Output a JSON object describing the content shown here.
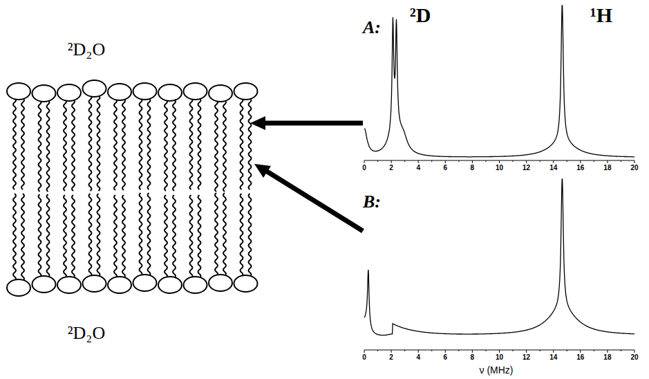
{
  "diagram": {
    "labels": [
      "²D₂O",
      "²D₂O",
      "A:",
      "²D",
      "¹H",
      "B:",
      "0",
      "2",
      "4",
      "6",
      "8",
      "10",
      "12",
      "14",
      "16",
      "18",
      "20",
      "0",
      "2",
      "4",
      "6",
      "8",
      "10",
      "12",
      "14",
      "16",
      "18",
      "20",
      "ν (MHz)"
    ]
  }
}
